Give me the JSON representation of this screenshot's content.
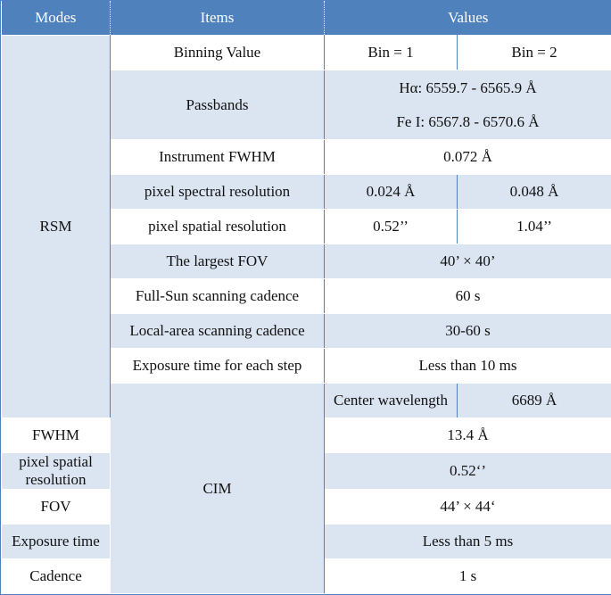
{
  "header": {
    "modes": "Modes",
    "items": "Items",
    "values": "Values"
  },
  "rsm": {
    "mode": "RSM",
    "rows": [
      {
        "item": "Binning Value",
        "v1": "Bin = 1",
        "v2": "Bin = 2"
      },
      {
        "item": "Passbands",
        "line1": "Hα: 6559.7 - 6565.9 Å",
        "line2": "Fe I: 6567.8 - 6570.6 Å"
      },
      {
        "item": "Instrument FWHM",
        "value": "0.072 Å"
      },
      {
        "item": "pixel spectral resolution",
        "v1": "0.024 Å",
        "v2": "0.048 Å"
      },
      {
        "item": "pixel spatial resolution",
        "v1": "0.52’’",
        "v2": "1.04’’"
      },
      {
        "item": "The largest FOV",
        "value": "40’ × 40’"
      },
      {
        "item": "Full-Sun scanning cadence",
        "value": "60 s"
      },
      {
        "item": "Local-area scanning cadence",
        "value": "30-60 s"
      },
      {
        "item": "Exposure time for each step",
        "value": "Less than 10 ms"
      }
    ]
  },
  "cim": {
    "mode": "CIM",
    "rows": [
      {
        "item": "Center wavelength",
        "value": "6689 Å"
      },
      {
        "item": "FWHM",
        "value": "13.4 Å"
      },
      {
        "item": "pixel spatial resolution",
        "value": "0.52‘’"
      },
      {
        "item": "FOV",
        "value": "44’ × 44‘"
      },
      {
        "item": "Exposure time",
        "value": "Less than 5 ms"
      },
      {
        "item": "Cadence",
        "value": "1 s"
      }
    ]
  }
}
